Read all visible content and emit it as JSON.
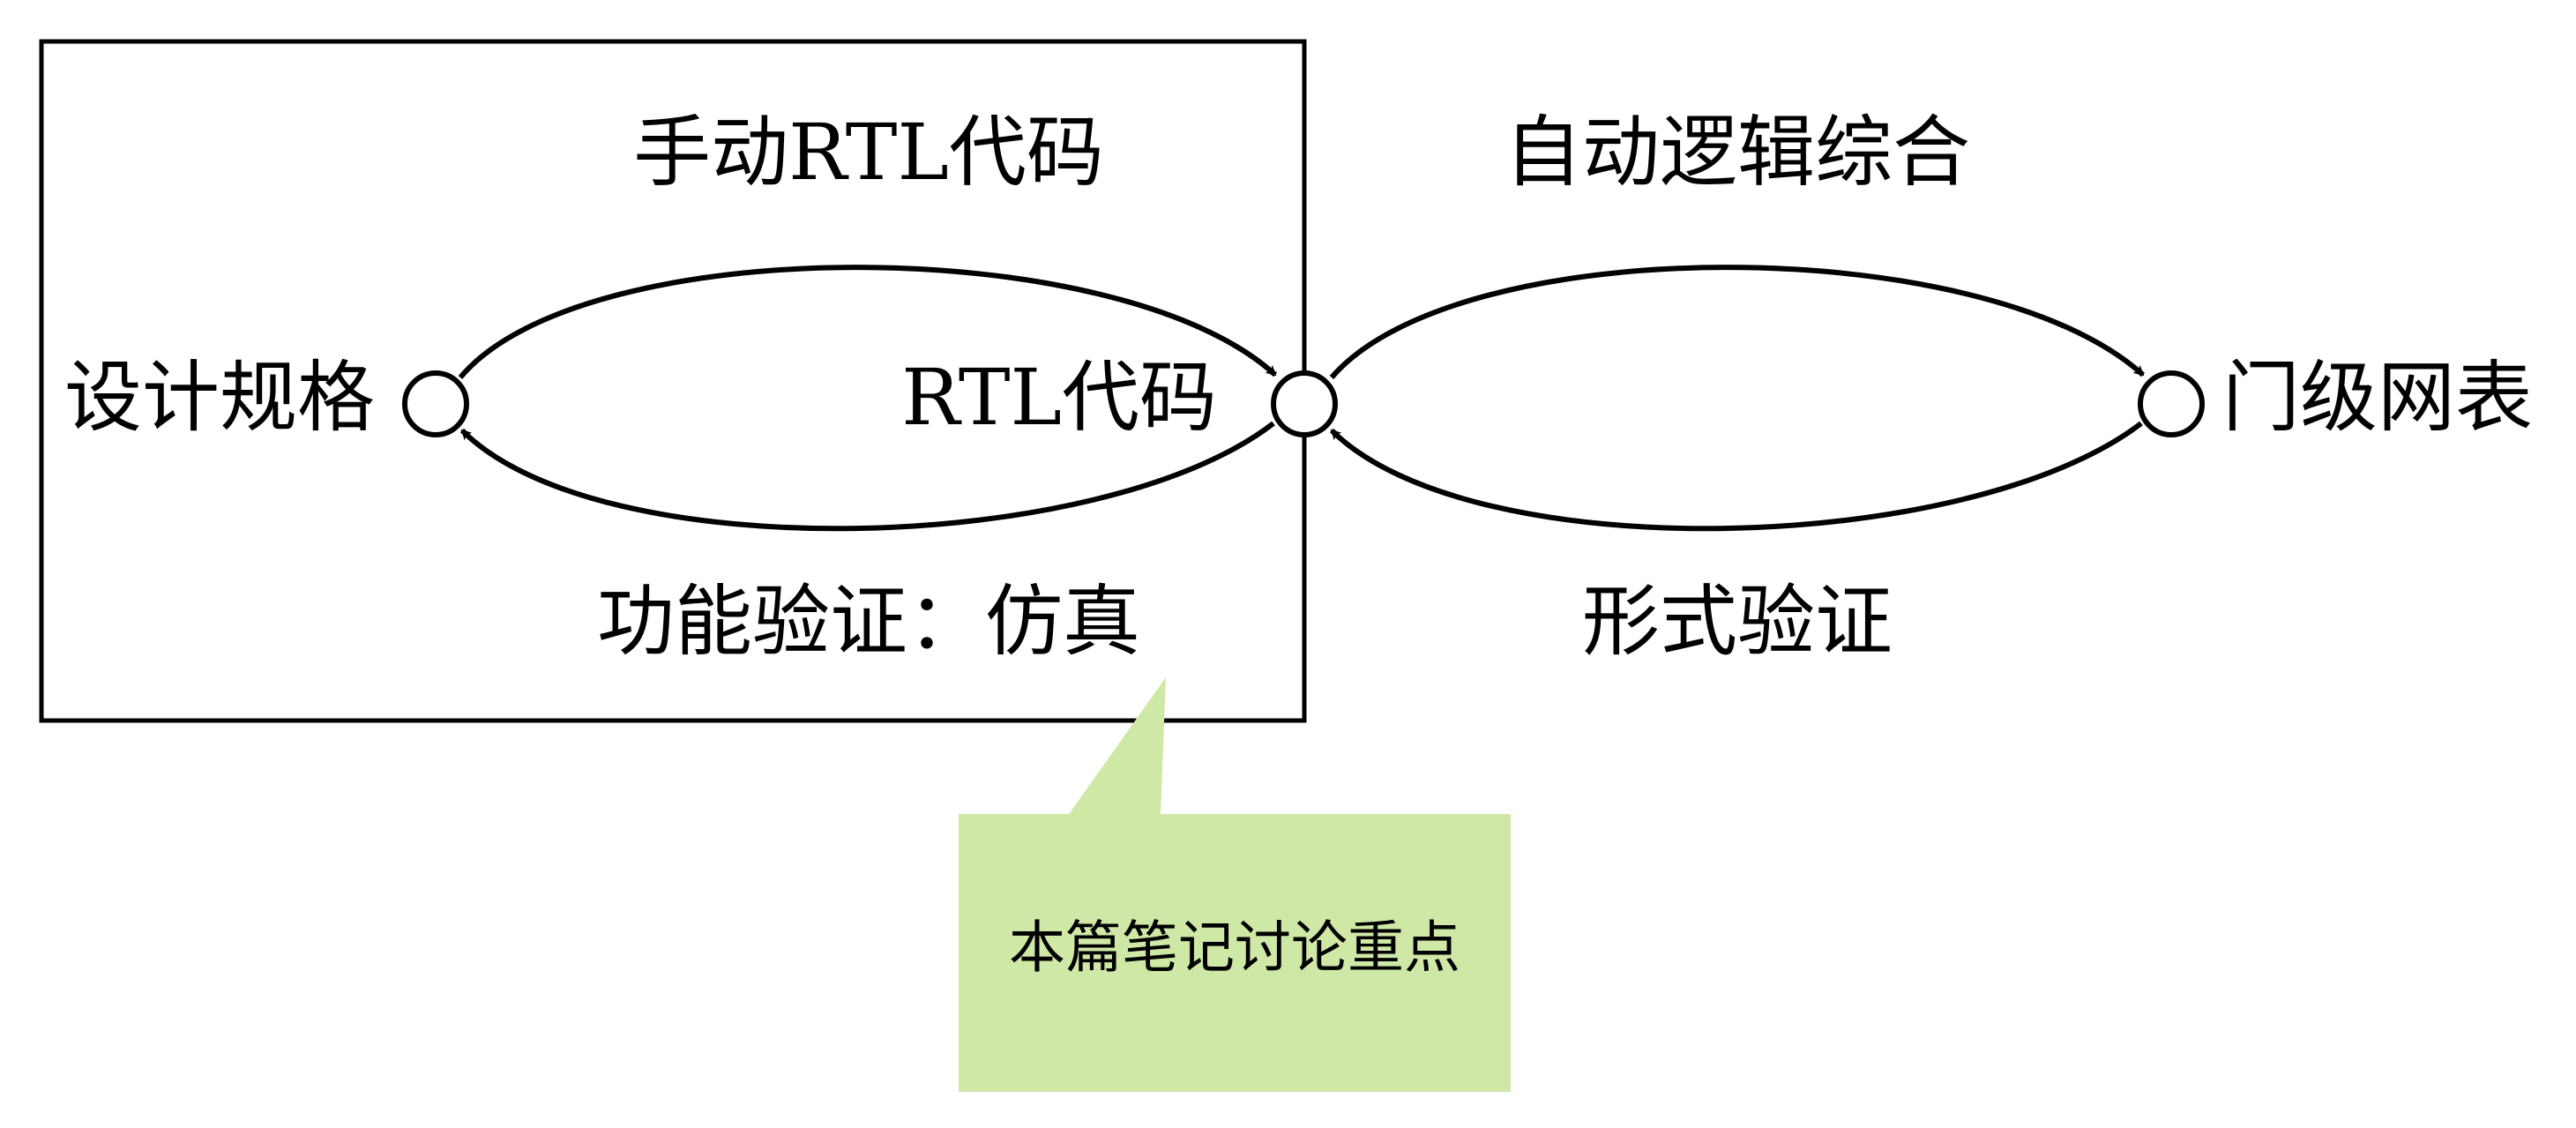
{
  "nodes": {
    "spec": {
      "label": "设计规格"
    },
    "rtl": {
      "label": "RTL代码"
    },
    "netlist": {
      "label": "门级网表"
    }
  },
  "edges": {
    "manual_rtl": {
      "label": "手动RTL代码"
    },
    "func_verify": {
      "label": "功能验证：仿真"
    },
    "auto_synth": {
      "label": "自动逻辑综合"
    },
    "formal_verify": {
      "label": "形式验证"
    }
  },
  "callout": {
    "text": "本篇笔记讨论重点",
    "fill": "#cfe8a6"
  },
  "colors": {
    "stroke": "#000000",
    "node_fill": "#ffffff"
  }
}
